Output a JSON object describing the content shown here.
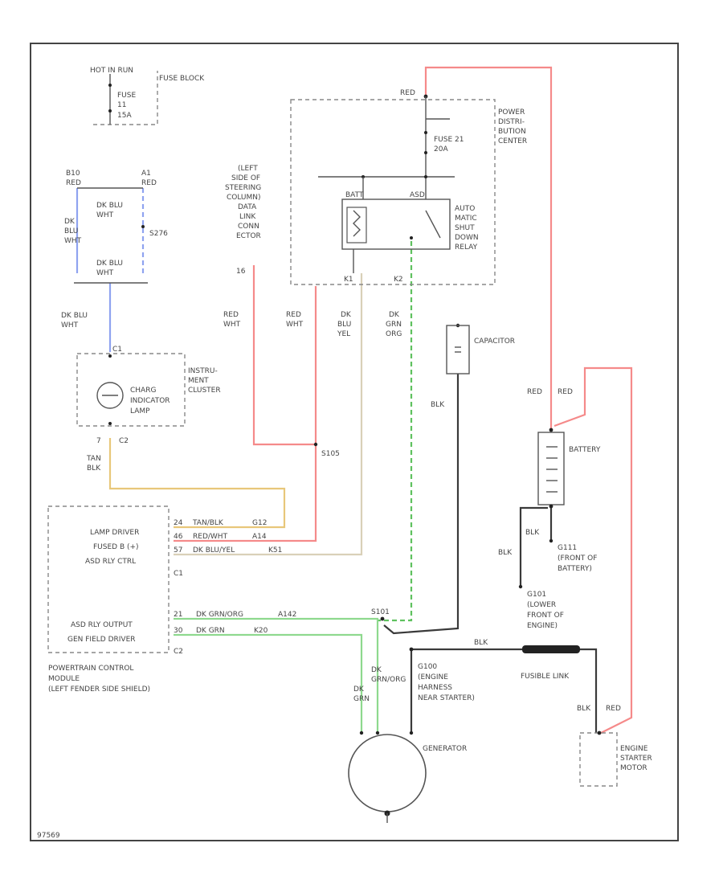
{
  "fuse_block": {
    "label": "FUSE BLOCK",
    "top": "HOT IN RUN",
    "fuse": "FUSE",
    "fuse_num": "11",
    "fuse_amp": "15A"
  },
  "pdc": {
    "label1": "POWER",
    "label2": "DISTRI-",
    "label3": "BUTION",
    "label4": "CENTER",
    "fuse": "FUSE 21",
    "fuse_amp": "20A",
    "red": "RED"
  },
  "asd_relay": {
    "l1": "AUTO",
    "l2": "MATIC",
    "l3": "SHUT",
    "l4": "DOWN",
    "l5": "RELAY",
    "pin_batt": "BATT",
    "pin_asd": "ASD",
    "pin_k1": "K1",
    "pin_k2": "K2"
  },
  "dlc": {
    "l1": "(LEFT",
    "l2": "SIDE OF",
    "l3": "STEERING",
    "l4": "COLUMN)",
    "l5": "DATA",
    "l6": "LINK",
    "l7": "CONN",
    "l8": "ECTOR",
    "pin": "16"
  },
  "left_wires": {
    "w1": "B10",
    "w1b": "RED",
    "w2": "A1",
    "w2b": "RED",
    "a": "DK",
    "b": "BLU",
    "c": "WHT",
    "d": "DK BLU",
    "e": "WHT",
    "s": "S276",
    "f": "DK BLU",
    "g": "WHT",
    "h": "DK BLU",
    "i": "WHT"
  },
  "cluster": {
    "l1": "INSTRU-",
    "l2": "MENT",
    "l3": "CLUSTER",
    "lamp1": "CHARG",
    "lamp2": "INDICATOR",
    "lamp3": "LAMP",
    "pin": "C1",
    "pin2": "C2",
    "pin3": "7"
  },
  "tan": {
    "a": "TAN",
    "b": "BLK"
  },
  "mid_wires": {
    "r1": "RED",
    "r1b": "WHT",
    "r2": "RED",
    "r2b": "WHT",
    "g1": "DK",
    "g1b": "BLU",
    "g1c": "YEL",
    "g2": "DK",
    "g2b": "GRN",
    "g2c": "ORG",
    "s": "S105"
  },
  "pcm": {
    "lamp": "LAMP DRIVER",
    "fused": "FUSED B (+)",
    "asd_ctrl": "ASD RLY CTRL",
    "c1": "C1",
    "asd_out": "ASD RLY OUTPUT",
    "gen": "GEN FIELD DRIVER",
    "c2": "C2",
    "name1": "POWERTRAIN CONTROL",
    "name2": "MODULE",
    "name3": "(LEFT FENDER SIDE SHIELD)",
    "p1": "24",
    "p1w": "TAN/BLK",
    "p1c": "G12",
    "p2": "46",
    "p2w": "RED/WHT",
    "p2c": "A14",
    "p3": "57",
    "p3w": "DK BLU/YEL",
    "p3c": "K51",
    "p4": "21",
    "p4w": "DK GRN/ORG",
    "p4c": "A142",
    "p5": "30",
    "p5w": "DK GRN",
    "p5c": "K20"
  },
  "capacitor": {
    "label": "CAPACITOR",
    "wire": "BLK"
  },
  "battery": {
    "label": "BATTERY",
    "red1": "RED",
    "red2": "RED",
    "blk1": "BLK",
    "blk2": "BLK"
  },
  "grounds": {
    "g1": "G111",
    "g1a": "(FRONT OF",
    "g1b": "BATTERY)",
    "g2": "G101",
    "g2a": "(LOWER",
    "g2b": "FRONT OF",
    "g2c": "ENGINE)",
    "g3": "G100",
    "g3a": "(ENGINE",
    "g3b": "HARNESS",
    "g3c": "NEAR STARTER)"
  },
  "fusible": {
    "label": "FUSIBLE LINK",
    "wire": "BLK"
  },
  "starter": {
    "l1": "ENGINE",
    "l2": "STARTER",
    "l3": "MOTOR",
    "blk": "BLK",
    "red": "RED"
  },
  "generator": {
    "label": "GENERATOR",
    "s1": "DK",
    "s2": "GRN",
    "s3": "DK",
    "s4": "GRN/ORG",
    "s5": "BLK"
  },
  "splice": {
    "label": "S101"
  },
  "corner": {
    "id": "97569"
  },
  "colors": {
    "red": "#f58a8a",
    "blue": "#8fa3f0",
    "yellow": "#e8c77a",
    "green": "#8ed98e",
    "beige": "#d9d0b8",
    "black": "#222222"
  }
}
